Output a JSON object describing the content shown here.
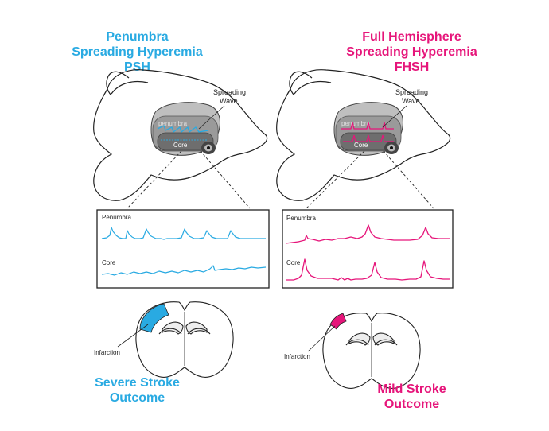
{
  "colors": {
    "psh": "#29aae2",
    "fhsh": "#e6157a"
  },
  "panels": [
    {
      "title_lines": [
        "Penumbra",
        "Spreading Hyperemia",
        "PSH"
      ],
      "wave_label_lines": [
        "Spreading",
        "Wave"
      ],
      "penumbra_region_label": "penumbra",
      "core_region_label": "Core",
      "trace_penumbra_label": "Penumbra",
      "trace_core_label": "Core",
      "infarct_label": "Infarction",
      "outcome_lines": [
        "Severe Stroke",
        "Outcome"
      ]
    },
    {
      "title_lines": [
        "Full Hemisphere",
        "Spreading Hyperemia",
        "FHSH"
      ],
      "wave_label_lines": [
        "Spreading",
        "Wave"
      ],
      "penumbra_region_label": "penumbra",
      "core_region_label": "Core",
      "trace_penumbra_label": "Penumbra",
      "trace_core_label": "Core",
      "infarct_label": "Infarction",
      "outcome_lines": [
        "Mild Stroke",
        "Outcome"
      ]
    }
  ]
}
